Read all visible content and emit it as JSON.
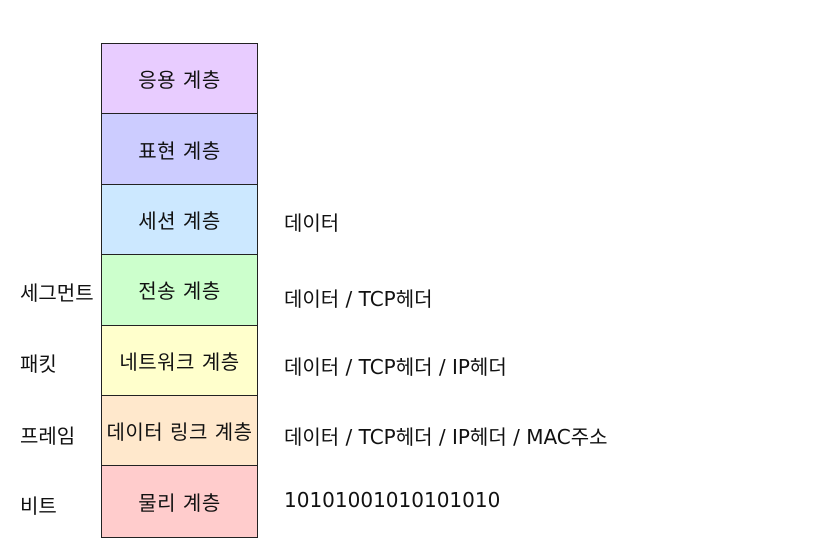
{
  "layers": [
    {
      "label": "응용 계층",
      "color": "#e8ccff"
    },
    {
      "label": "표현 계층",
      "color": "#ccccff"
    },
    {
      "label": "세션 계층",
      "color": "#cce8ff"
    },
    {
      "label": "전송 계층",
      "color": "#ccffcc"
    },
    {
      "label": "네트워크 계층",
      "color": "#ffffcc"
    },
    {
      "label": "데이터 링크 계층",
      "color": "#ffe8cc"
    },
    {
      "label": "물리 계층",
      "color": "#ffcccc"
    }
  ],
  "pdu_labels": {
    "transport": "세그먼트",
    "network": "패킷",
    "datalink": "프레임",
    "physical": "비트"
  },
  "payloads": {
    "session": "데이터",
    "transport": "데이터 / TCP헤더",
    "network": "데이터 / TCP헤더 / IP헤더",
    "datalink": "데이터 / TCP헤더 / IP헤더 / MAC주소",
    "physical": "10101001010101010"
  }
}
